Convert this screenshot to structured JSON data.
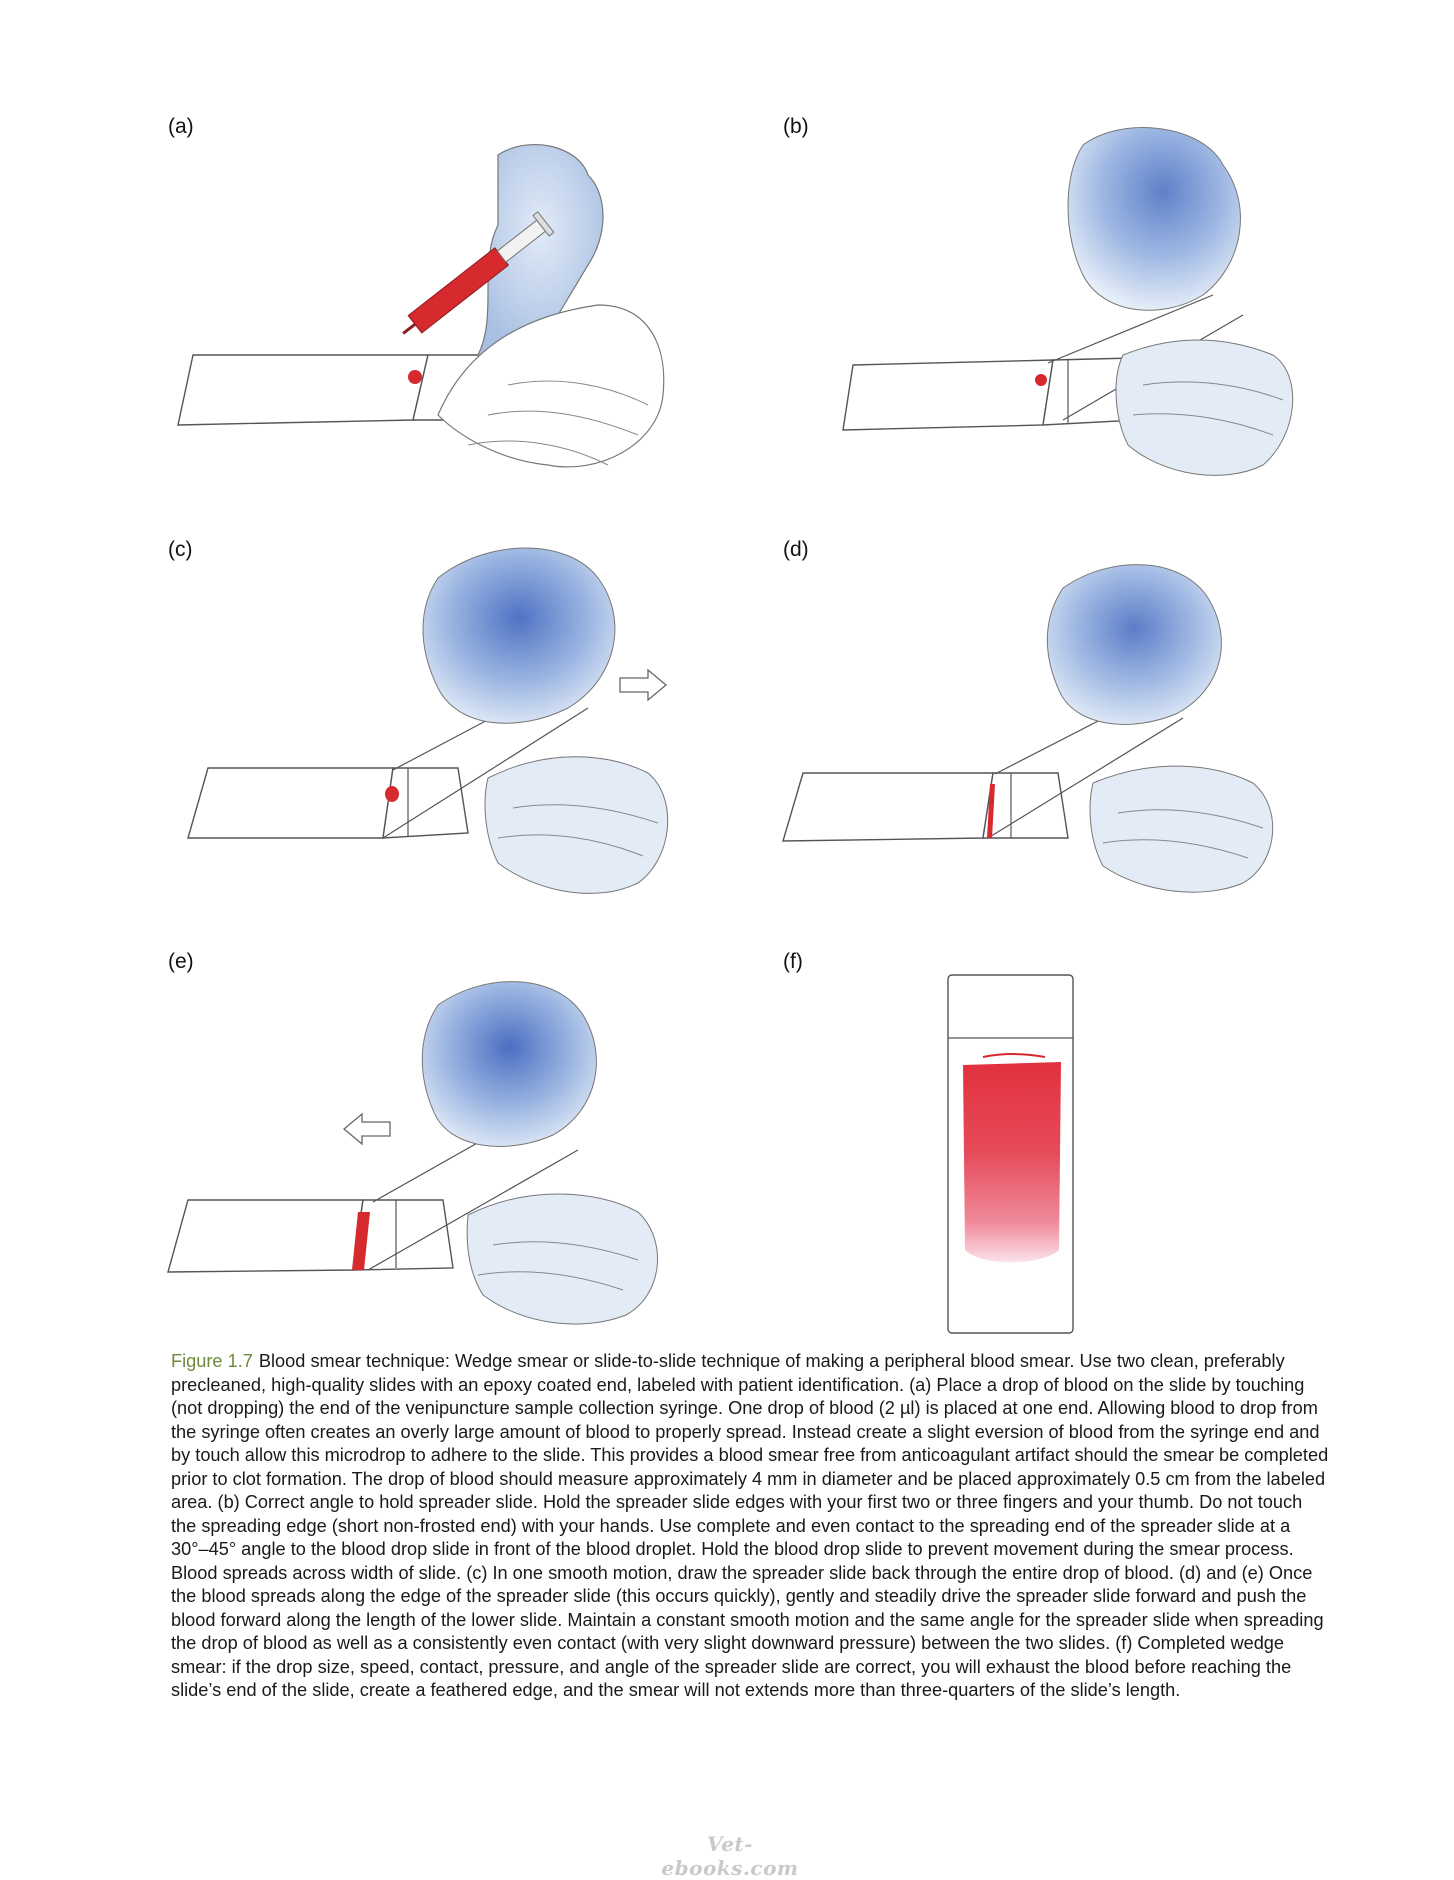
{
  "panels": [
    {
      "id": "a",
      "label": "(a)"
    },
    {
      "id": "b",
      "label": "(b)"
    },
    {
      "id": "c",
      "label": "(c)"
    },
    {
      "id": "d",
      "label": "(d)"
    },
    {
      "id": "e",
      "label": "(e)"
    },
    {
      "id": "f",
      "label": "(f)"
    }
  ],
  "colors": {
    "blood": "#d62a2f",
    "hand_shade": "#3d62b5",
    "hand_light": "#c7d7ee",
    "outline": "#555555",
    "figure_number": "#6e8a3c"
  },
  "caption": {
    "figure_number": "Figure 1.7",
    "text": "Blood smear technique: Wedge smear or slide-to-slide technique of making a peripheral blood smear. Use two clean, preferably precleaned, high-quality slides with an epoxy coated end, labeled with patient identification. (a) Place a drop of blood on the slide by touching (not dropping) the end of the venipuncture sample collection syringe. One drop of blood (2 µl) is placed at one end.  Allowing blood to drop from the syringe often creates an overly large amount of blood to properly spread. Instead create a slight eversion of blood from the syringe end and by touch allow this microdrop to adhere to the slide. This provides a blood smear free from anticoagulant artifact should the smear be completed prior to clot formation. The drop of blood should measure approximately 4 mm in diameter and be placed approximately 0.5 cm from the labeled area. (b) Correct angle to hold spreader slide. Hold the spreader slide edges with your first two or three fingers and your thumb. Do not touch the spreading edge (short non-frosted end) with your hands. Use complete and even contact to the spreading end of the spreader slide at a 30°–45° angle to the blood drop slide in front of the blood droplet. Hold the blood drop slide to prevent movement during the smear process. Blood spreads across width of slide. (c) In one smooth motion, draw the spreader slide back through the entire drop of blood. (d) and (e) Once the blood spreads along the edge of the spreader slide (this occurs quickly), gently and steadily drive the spreader slide forward and push the blood forward along the length of the lower slide. Maintain a constant smooth motion and the same angle for the spreader slide when spreading the drop of blood as well as a consistently even contact (with very slight downward pressure) between the two slides. (f) Completed wedge smear: if the drop size, speed, contact, pressure, and angle of the spreader slide are correct, you will exhaust the blood before reaching the slide’s end of the slide, create a feathered edge, and the smear will not extends more than three-quarters of the slide’s length."
  },
  "watermark": "Vet-ebooks.com"
}
